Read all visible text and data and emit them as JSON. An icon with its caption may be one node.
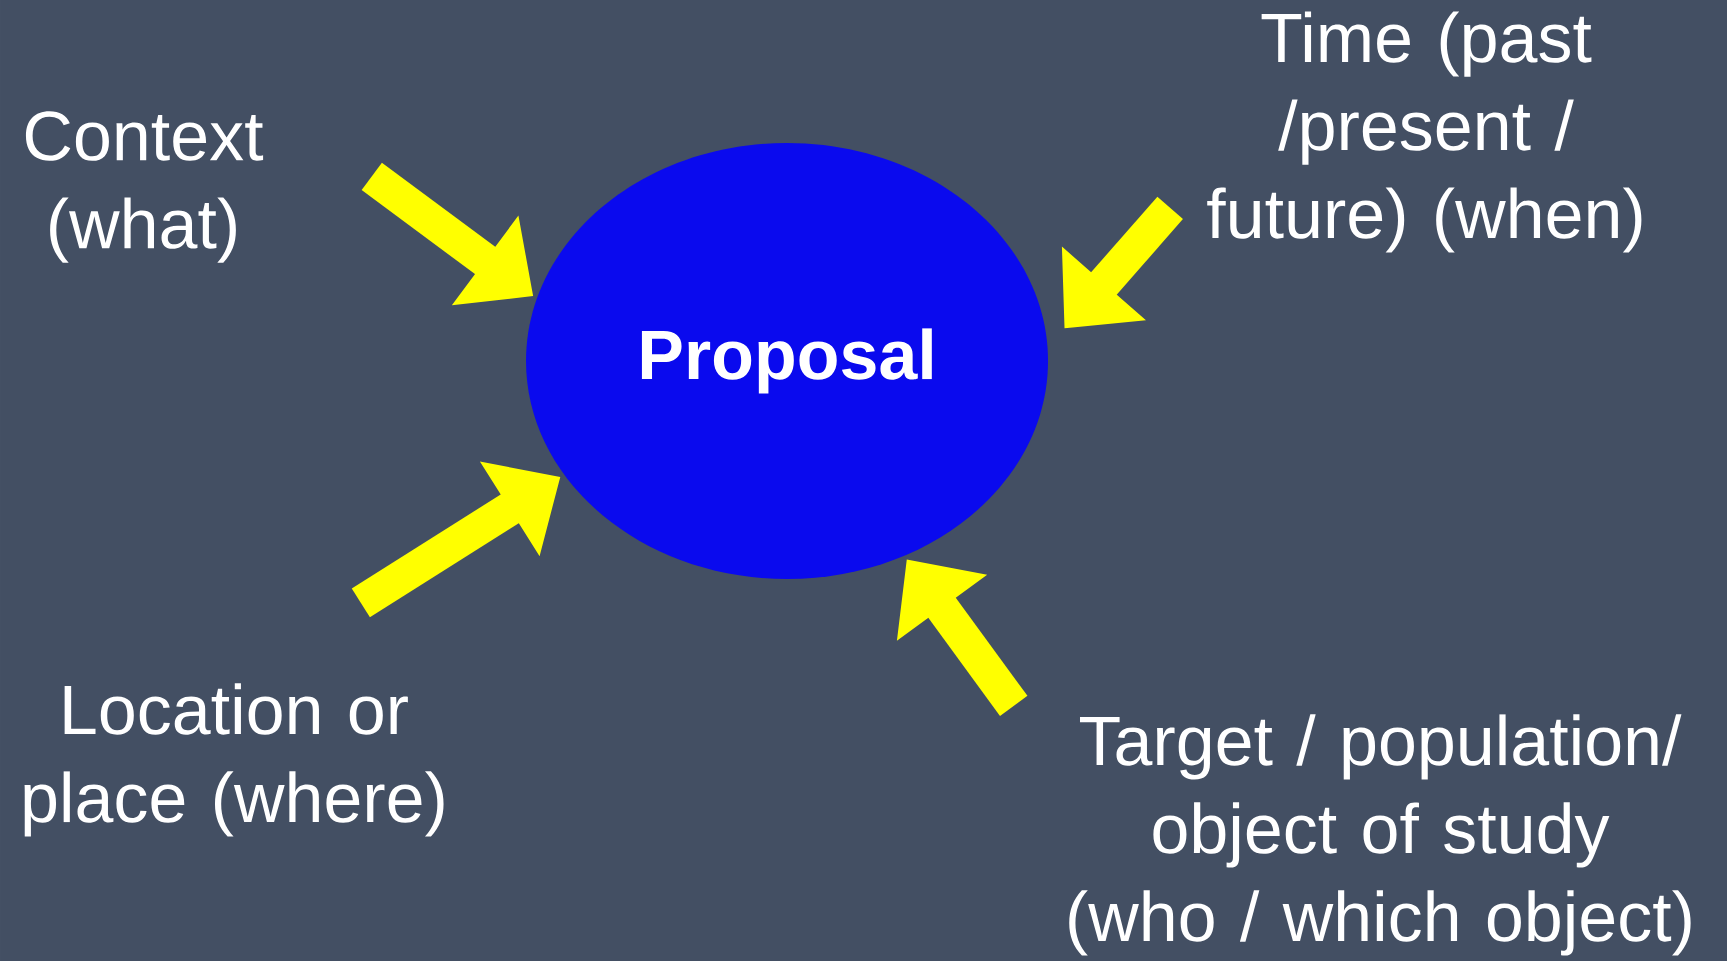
{
  "diagram": {
    "nodes": [
      {
        "text": [
          "Context (what)"
        ]
      },
      {
        "text": [
          "Proposal"
        ]
      },
      {
        "text": [
          "Time (past /present / future) (when)"
        ]
      },
      {
        "text": [
          "Location or place (where)"
        ]
      },
      {
        "text": [
          "Target / population/ object of study (who / which object)"
        ]
      }
    ],
    "edges": [
      {
        "from": 0,
        "to": 1,
        "arrow": "to"
      },
      {
        "from": 2,
        "to": 1,
        "arrow": "to"
      },
      {
        "from": 3,
        "to": 1,
        "arrow": "to"
      },
      {
        "from": 4,
        "to": 1,
        "arrow": "to"
      }
    ]
  }
}
